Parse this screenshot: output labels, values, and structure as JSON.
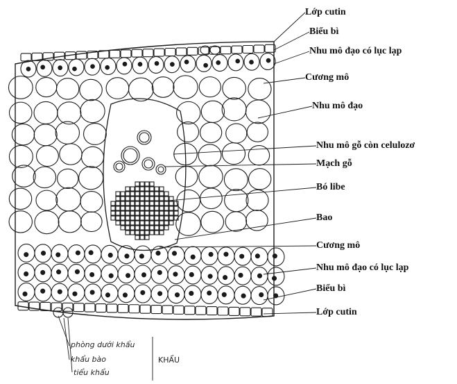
{
  "labels_right": [
    {
      "key": "lop-cutin-top",
      "text": "Lớp cutin"
    },
    {
      "key": "bieu-bi-top",
      "text": "Biểu bì"
    },
    {
      "key": "nhu-mo-luc-lap-top",
      "text": "Nhu mô đạo có lục lạp"
    },
    {
      "key": "cuong-mo-top",
      "text": "Cương mô"
    },
    {
      "key": "nhu-mo-dao",
      "text": "Nhu mô đạo"
    },
    {
      "key": "nhu-mo-go",
      "text": "Nhu mô gỗ còn celulozơ"
    },
    {
      "key": "mach-go",
      "text": "Mạch gỗ"
    },
    {
      "key": "bo-libe",
      "text": "Bó libe"
    },
    {
      "key": "bao",
      "text": "Bao"
    },
    {
      "key": "cuong-mo-bottom",
      "text": "Cương mô"
    },
    {
      "key": "nhu-mo-luc-lap-bottom",
      "text": "Nhu mô đạo có lục lạp"
    },
    {
      "key": "bieu-bi-bottom",
      "text": "Biểu bì"
    },
    {
      "key": "lop-cutin-bottom",
      "text": "Lớp cutin"
    }
  ],
  "labels_bottom": {
    "phong": "phòng dưới khẩu",
    "khau_bao": "khẩu bào",
    "tieu_khau": "tiểu khẩu",
    "khau": "KHẨU"
  },
  "colors": {
    "ink": "#1a1a1a",
    "background": "#ffffff"
  }
}
